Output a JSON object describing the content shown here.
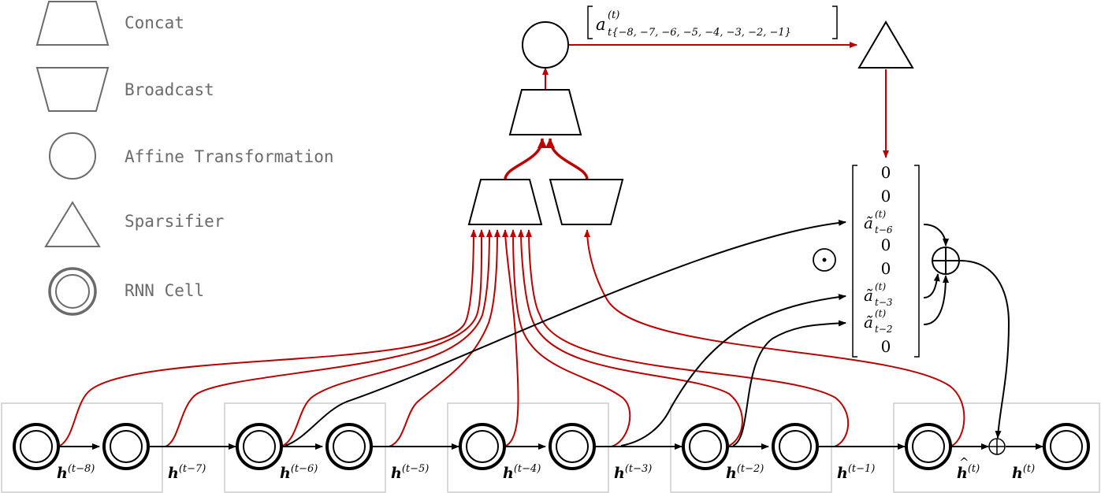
{
  "legend": {
    "concat": "Concat",
    "broadcast": "Broadcast",
    "affine": "Affine Transformation",
    "sparsifier": "Sparsifier",
    "rnn_cell": "RNN Cell"
  },
  "hidden_labels": {
    "h_t8": "(t−8)",
    "h_t7": "(t−7)",
    "h_t6": "(t−6)",
    "h_t5": "(t−5)",
    "h_t4": "(t−4)",
    "h_t3": "(t−3)",
    "h_t2": "(t−2)",
    "h_t1": "(t−1)",
    "h_hat": "(t)",
    "h_t": "(t)"
  },
  "attention_label": {
    "base": "a",
    "superscript": "(t)",
    "subscript": "t{−8, −7, −6, −5, −4, −3, −2, −1}"
  },
  "vector": {
    "entries": [
      "0",
      "0",
      "ã",
      "0",
      "0",
      "ã",
      "ã",
      "0"
    ],
    "sub_t6": "t−6",
    "sub_t3": "t−3",
    "sub_t2": "t−2",
    "sup": "(t)"
  },
  "symbols": {
    "hadamard": "⊙",
    "oplus": "⊕",
    "small_plus": "+"
  },
  "colors": {
    "red": "#bb0000",
    "black": "#000000",
    "legend_gray": "#6b6b6b",
    "box_gray": "#cccccc"
  }
}
